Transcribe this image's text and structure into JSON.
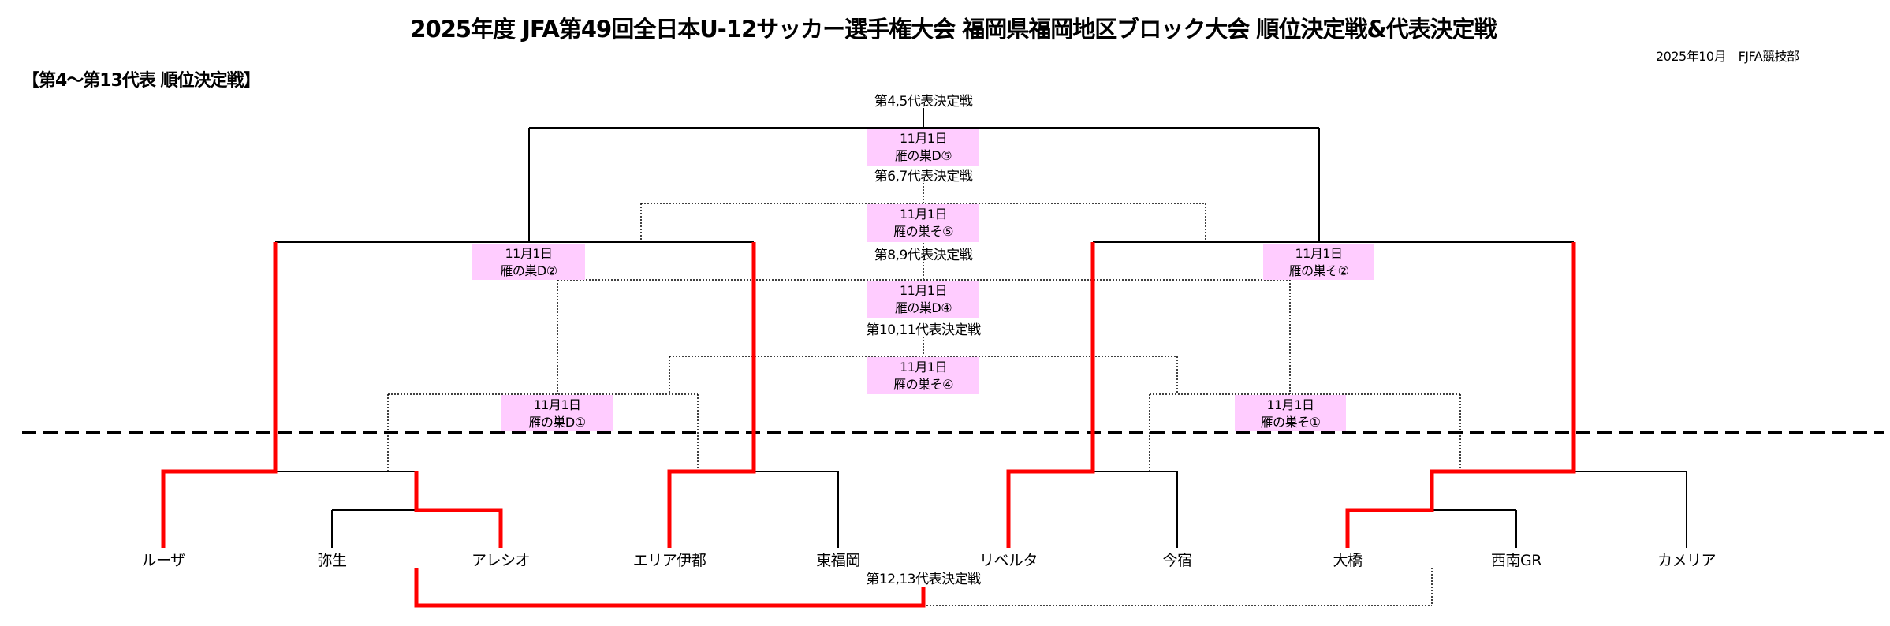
{
  "header": {
    "title": "2025年度 JFA第49回全日本U-12サッカー選手権大会 福岡県福岡地区ブロック大会 順位決定戦&代表決定戦",
    "note": "2025年10月　FJFA競技部",
    "section_title": "【第4〜第13代表 順位決定戦】"
  },
  "bracket": {
    "finals": {
      "m45": "第4,5代表決定戦",
      "m67": "第6,7代表決定戦",
      "m89": "第8,9代表決定戦",
      "m1011": "第10,11代表決定戦",
      "m1213": "第12,13代表決定戦"
    },
    "venues": {
      "d5": {
        "date": "11月1日",
        "place": "雁の巣D⑤"
      },
      "so5": {
        "date": "11月1日",
        "place": "雁の巣そ⑤"
      },
      "d4": {
        "date": "11月1日",
        "place": "雁の巣D④"
      },
      "so4": {
        "date": "11月1日",
        "place": "雁の巣そ④"
      },
      "d2": {
        "date": "11月1日",
        "place": "雁の巣D②"
      },
      "so2": {
        "date": "11月1日",
        "place": "雁の巣そ②"
      },
      "d1": {
        "date": "11月1日",
        "place": "雁の巣D①"
      },
      "so1": {
        "date": "11月1日",
        "place": "雁の巣そ①"
      }
    },
    "teams": [
      "ルーザ",
      "弥生",
      "アレシオ",
      "エリア伊都",
      "東福岡",
      "リベルタ",
      "今宿",
      "大橋",
      "西南GR",
      "カメリア"
    ],
    "colors": {
      "winner_line": "#ff0000",
      "venue_bg": "#ffccff",
      "line": "#000000"
    }
  }
}
